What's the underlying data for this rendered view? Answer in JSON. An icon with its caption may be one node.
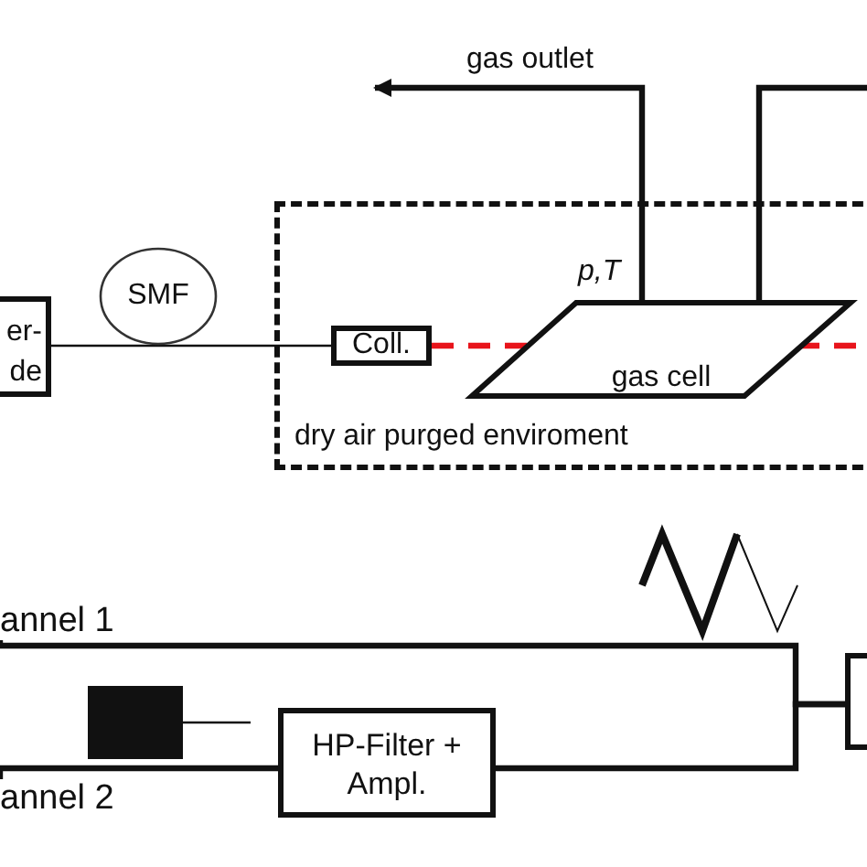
{
  "diagram": {
    "nodes": [
      {
        "text": [
          "er- de"
        ]
      },
      {
        "text": [
          "SMF"
        ]
      },
      {
        "text": [
          "dry air purged enviroment"
        ]
      },
      {
        "text": [
          "Coll."
        ],
        "in": 2
      },
      {
        "text": [
          "gas cell"
        ],
        "in": 2,
        "beside": [
          "p,T"
        ]
      },
      {
        "text": [],
        "shape": "box"
      },
      {
        "text": [
          "HP-Filter + Ampl."
        ]
      },
      {
        "text": [],
        "shape": "box"
      },
      {
        "text": [
          "annel 1"
        ]
      },
      {
        "text": [
          "annel 2"
        ]
      }
    ],
    "edges": [
      {
        "from": 0,
        "to": 1,
        "arrow": "none"
      },
      {
        "from": 1,
        "to": 3,
        "arrow": "none"
      },
      {
        "from": 3,
        "to": null,
        "arrow": "none",
        "style": "dashed",
        "color": "#e8141b"
      },
      {
        "from": 4,
        "to": null,
        "arrow": "to",
        "label": "gas outlet"
      },
      {
        "from": 4,
        "to": null,
        "arrow": "none"
      },
      {
        "from": 8,
        "to": 7,
        "arrow": "none"
      },
      {
        "from": 9,
        "to": 6,
        "arrow": "none"
      },
      {
        "from": 6,
        "to": 7,
        "arrow": "none"
      },
      {
        "from": 5,
        "to": null,
        "arrow": "none"
      }
    ]
  }
}
